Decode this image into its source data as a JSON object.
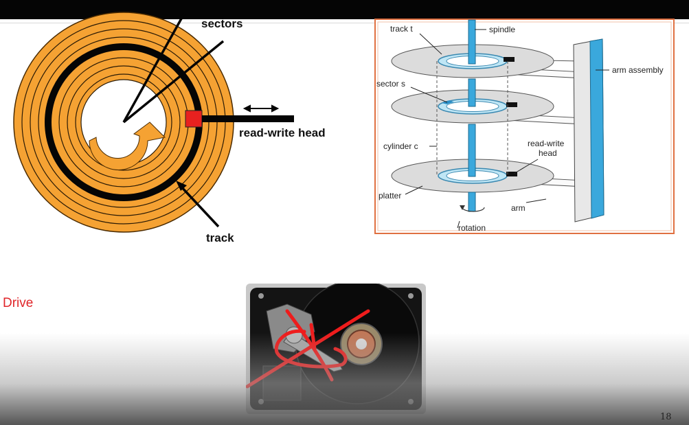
{
  "slide": {
    "left_diagram": {
      "sectors_label": "sectors",
      "read_write_head_label": "read-write head",
      "track_label": "track",
      "colors": {
        "disk": "#f5a233",
        "track": "#050505",
        "head": "#e8211f"
      }
    },
    "right_diagram": {
      "track_t": "track t",
      "spindle": "spindle",
      "arm_assembly": "arm assembly",
      "sector_s": "sector s",
      "cylinder_c": "cylinder c",
      "read_write_line1": "read-write",
      "read_write_line2": "head",
      "platter": "platter",
      "arm": "arm",
      "rotation": "rotation",
      "colors": {
        "frame": "#e07040",
        "spindle": "#3aa8dc"
      }
    },
    "drive_label": "Drive",
    "photo": {
      "subject": "hard-drive-photo",
      "annotation_color": "#ee1c1c"
    },
    "page_number": "18"
  }
}
